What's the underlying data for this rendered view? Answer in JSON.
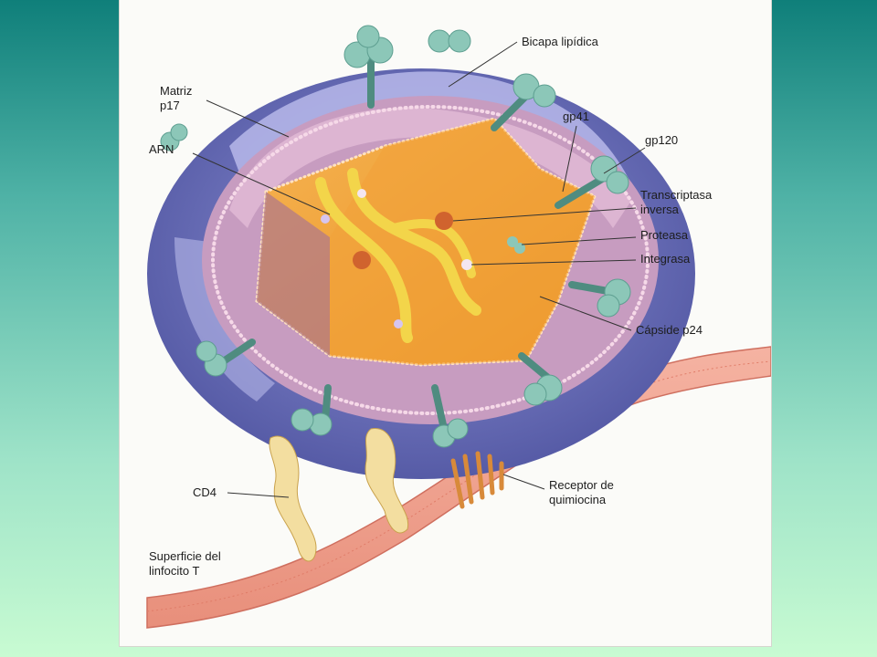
{
  "labels": {
    "bicapa": "Bicapa lipídica",
    "matriz_1": "Matriz",
    "matriz_2": "p17",
    "arn": "ARN",
    "gp41": "gp41",
    "gp120": "gp120",
    "transcriptasa_1": "Transcriptasa",
    "transcriptasa_2": "inversa",
    "proteasa": "Proteasa",
    "integrasa": "Integrasa",
    "capside": "Cápside p24",
    "cd4": "CD4",
    "receptor_1": "Receptor de",
    "receptor_2": "quimiocina",
    "superficie_1": "Superficie del",
    "superficie_2": "linfocito T"
  },
  "colors": {
    "background_top": "#0f7f7a",
    "background_bottom": "#c8fbd2",
    "envelope": "#6a6fb8",
    "envelope_light": "#a6a8e0",
    "matrix": "#d2a4c6",
    "capsid": "#f2a23a",
    "rna": "#f3d54a",
    "glycoprotein": "#8cc7b8",
    "membrane": "#f0a08c"
  }
}
